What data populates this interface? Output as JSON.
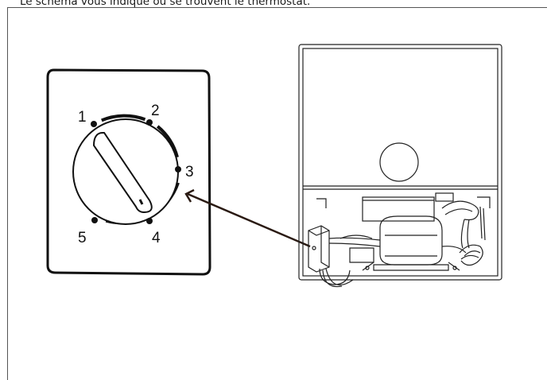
{
  "caption": "Le schéma vous indique où se trouvent le thermostat.",
  "dial": {
    "labels": [
      "1",
      "2",
      "3",
      "4",
      "5"
    ]
  },
  "colors": {
    "ink": "#111111",
    "frame": "#555555",
    "background": "#ffffff"
  }
}
